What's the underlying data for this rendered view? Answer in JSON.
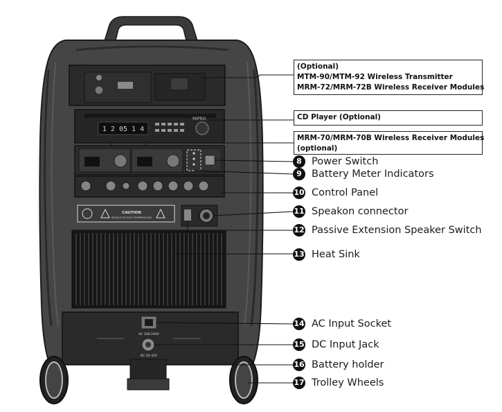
{
  "panel_text": {
    "caution_title": "CAUTION",
    "caution_body": "SERVICE BY HIGH TEMPERATURE",
    "cd_brand": "MIPRO",
    "cd_display": "1 2 05 1 4",
    "ac_label": "AC 100-240V",
    "dc_label": "DC 24-32V"
  },
  "callout_boxes": [
    {
      "lines": [
        "(Optional)",
        "MTM-90/MTM-92 Wireless Transmitter",
        "MRM-72/MRM-72B Wireless Receiver Modules"
      ]
    },
    {
      "lines": [
        "CD Player (Optional)"
      ]
    },
    {
      "lines": [
        "MRM-70/MRM-70B Wireless Receiver Modules",
        "(optional)"
      ]
    }
  ],
  "callouts": [
    {
      "number": "8",
      "label": "Power Switch"
    },
    {
      "number": "9",
      "label": "Battery Meter Indicators"
    },
    {
      "number": "10",
      "label": "Control Panel"
    },
    {
      "number": "11",
      "label": "Speakon connector"
    },
    {
      "number": "12",
      "label": "Passive  Extension Speaker Switch"
    },
    {
      "number": "13",
      "label": "Heat Sink"
    },
    {
      "number": "14",
      "label": "AC Input Socket"
    },
    {
      "number": "15",
      "label": "DC Input Jack"
    },
    {
      "number": "16",
      "label": "Battery holder"
    },
    {
      "number": "17",
      "label": "Trolley Wheels"
    }
  ]
}
